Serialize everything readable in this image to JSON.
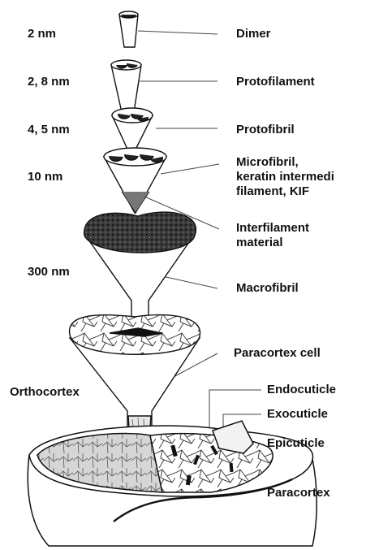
{
  "scales": {
    "dimer": "2 nm",
    "protofilament": "2, 8 nm",
    "protofibril": "4, 5 nm",
    "microfibril": "10 nm",
    "macrofibril": "300 nm"
  },
  "structures": {
    "dimer": "Dimer",
    "protofilament": "Protofilament",
    "protofibril": "Protofibril",
    "microfibril_line1": "Microfibril,",
    "microfibril_line2": "keratin intermedi",
    "microfibril_line3": "filament, KIF",
    "interfilament_line1": "Interfilament",
    "interfilament_line2": "material",
    "macrofibril": "Macrofibril",
    "paracortex_cell": "Paracortex cell",
    "orthocortex": "Orthocortex",
    "endocuticle": "Endocuticle",
    "exocuticle": "Exocuticle",
    "epicuticle": "Epicuticle",
    "paracortex": "Paracortex"
  }
}
